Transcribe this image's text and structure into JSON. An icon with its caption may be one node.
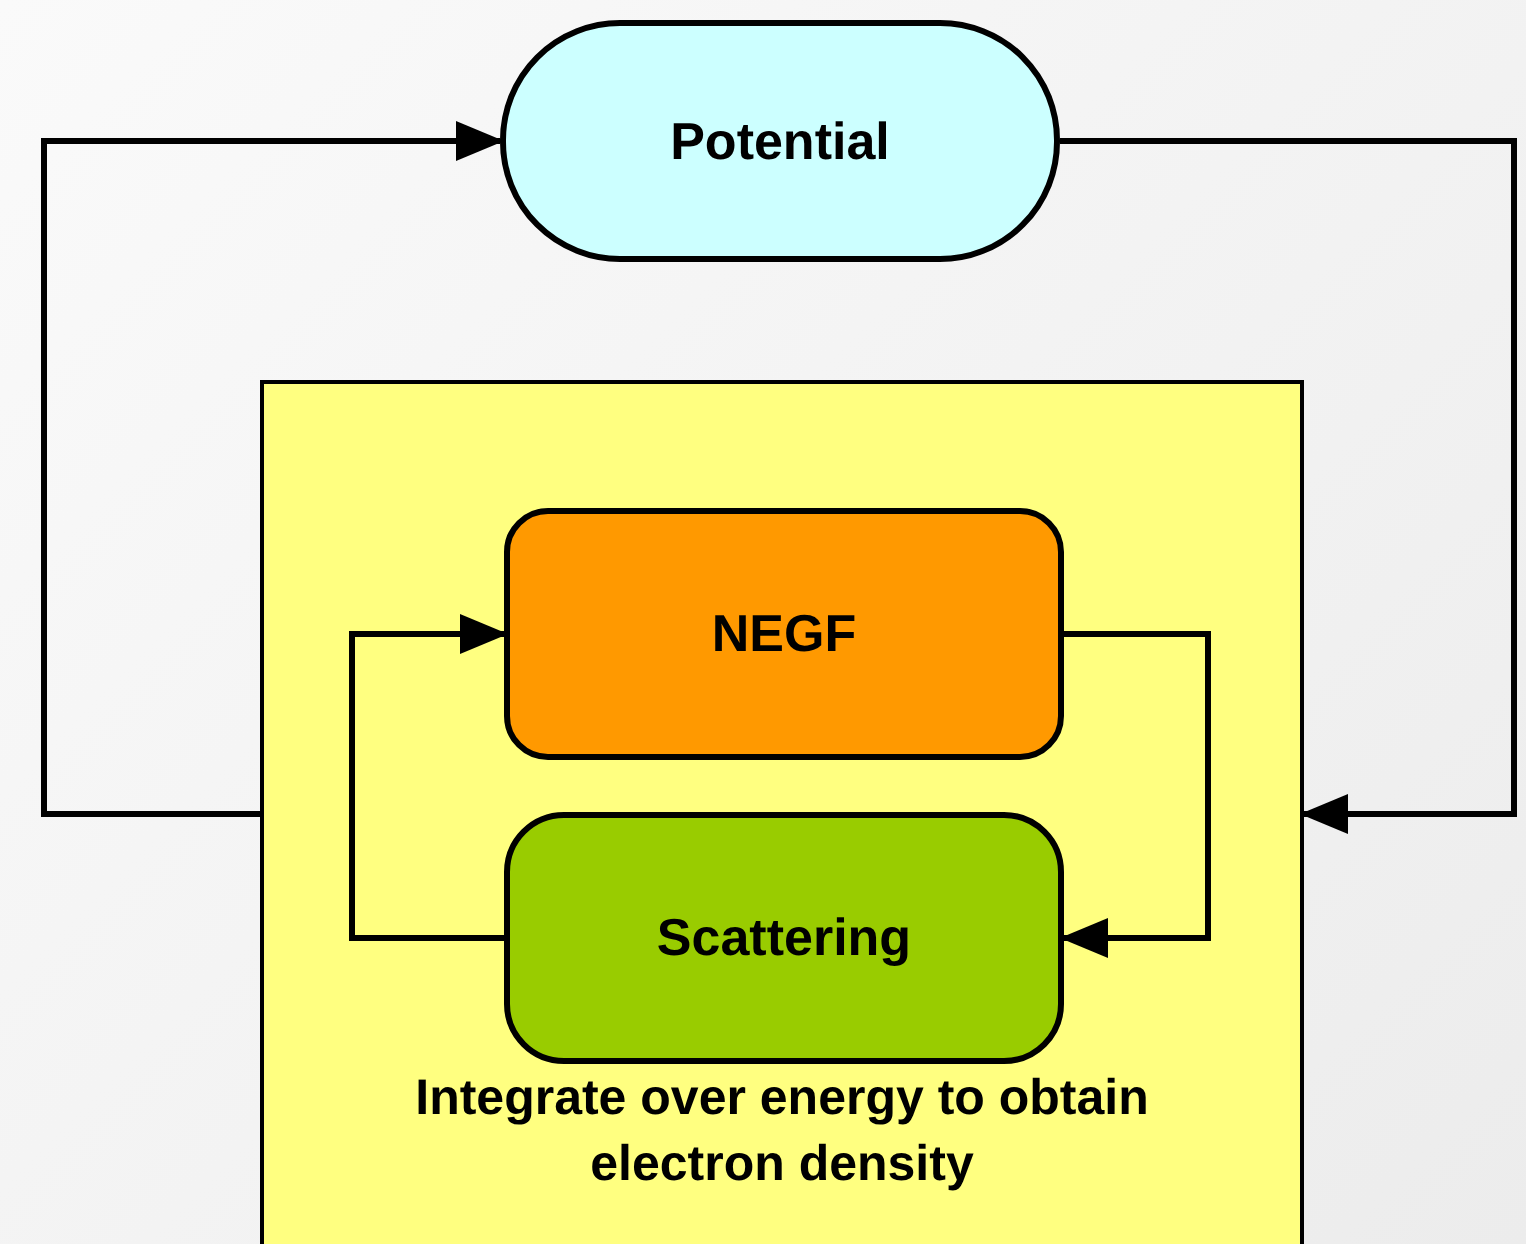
{
  "diagram": {
    "nodes": [
      {
        "text": [
          "Potential"
        ]
      },
      {
        "text": [
          "Integrate over energy to obtain electron density"
        ]
      },
      {
        "text": [
          "NEGF"
        ],
        "in": 1
      },
      {
        "text": [
          "Scattering"
        ],
        "in": 1
      }
    ],
    "edges": [
      {
        "from": 1,
        "to": 0,
        "arrow": "to"
      },
      {
        "from": 0,
        "to": 1,
        "arrow": "to"
      },
      {
        "from": 3,
        "to": 2,
        "arrow": "to"
      },
      {
        "from": 2,
        "to": 3,
        "arrow": "to"
      }
    ]
  }
}
